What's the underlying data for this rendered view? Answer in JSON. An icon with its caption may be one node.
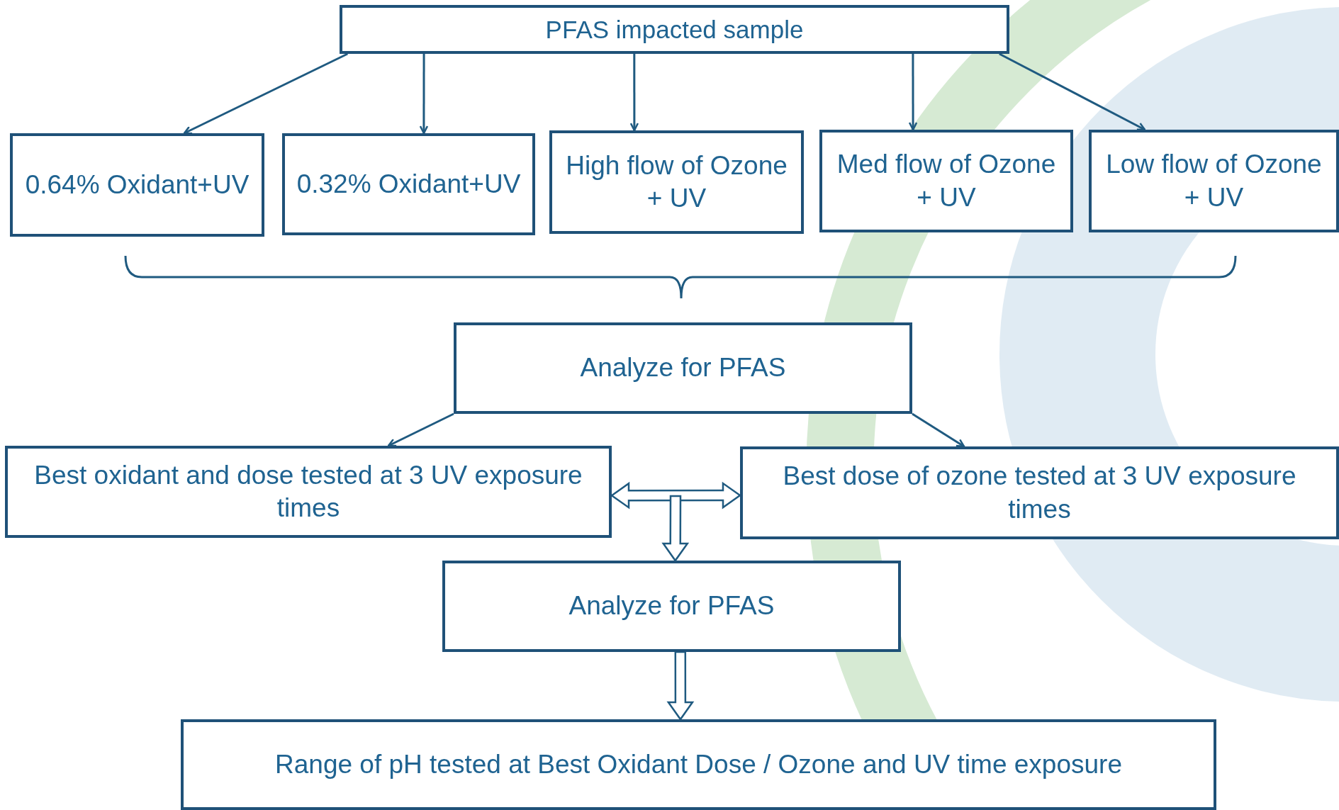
{
  "diagram": {
    "nodes": [
      {
        "text": [
          "PFAS impacted sample"
        ]
      },
      {
        "text": [
          "0.64% Oxidant+UV"
        ]
      },
      {
        "text": [
          "0.32% Oxidant+UV"
        ]
      },
      {
        "text": [
          "High flow of Ozone + UV"
        ]
      },
      {
        "text": [
          "Med flow of Ozone + UV"
        ]
      },
      {
        "text": [
          "Low flow of Ozone + UV"
        ]
      },
      {
        "text": [
          "Analyze for PFAS"
        ]
      },
      {
        "text": [
          "Best oxidant and dose tested at 3 UV exposure times"
        ]
      },
      {
        "text": [
          "Best dose of ozone tested at 3 UV exposure times"
        ]
      },
      {
        "text": [
          "Analyze for PFAS"
        ]
      },
      {
        "text": [
          "Range of pH tested at Best Oxidant Dose / Ozone and UV time exposure"
        ]
      }
    ],
    "edges": [
      {
        "from": 0,
        "to": 1,
        "arrow": "to"
      },
      {
        "from": 0,
        "to": 2,
        "arrow": "to"
      },
      {
        "from": 0,
        "to": 3,
        "arrow": "to"
      },
      {
        "from": 0,
        "to": 4,
        "arrow": "to"
      },
      {
        "from": 0,
        "to": 5,
        "arrow": "to"
      },
      {
        "from": 6,
        "to": 7,
        "arrow": "to"
      },
      {
        "from": 6,
        "to": 8,
        "arrow": "to"
      },
      {
        "from": 7,
        "to": 8,
        "arrow": "both",
        "style": "thick"
      },
      {
        "from": null,
        "to": 9,
        "arrow": "to",
        "style": "thick"
      },
      {
        "from": 9,
        "to": 10,
        "arrow": "to",
        "style": "thick"
      }
    ]
  }
}
